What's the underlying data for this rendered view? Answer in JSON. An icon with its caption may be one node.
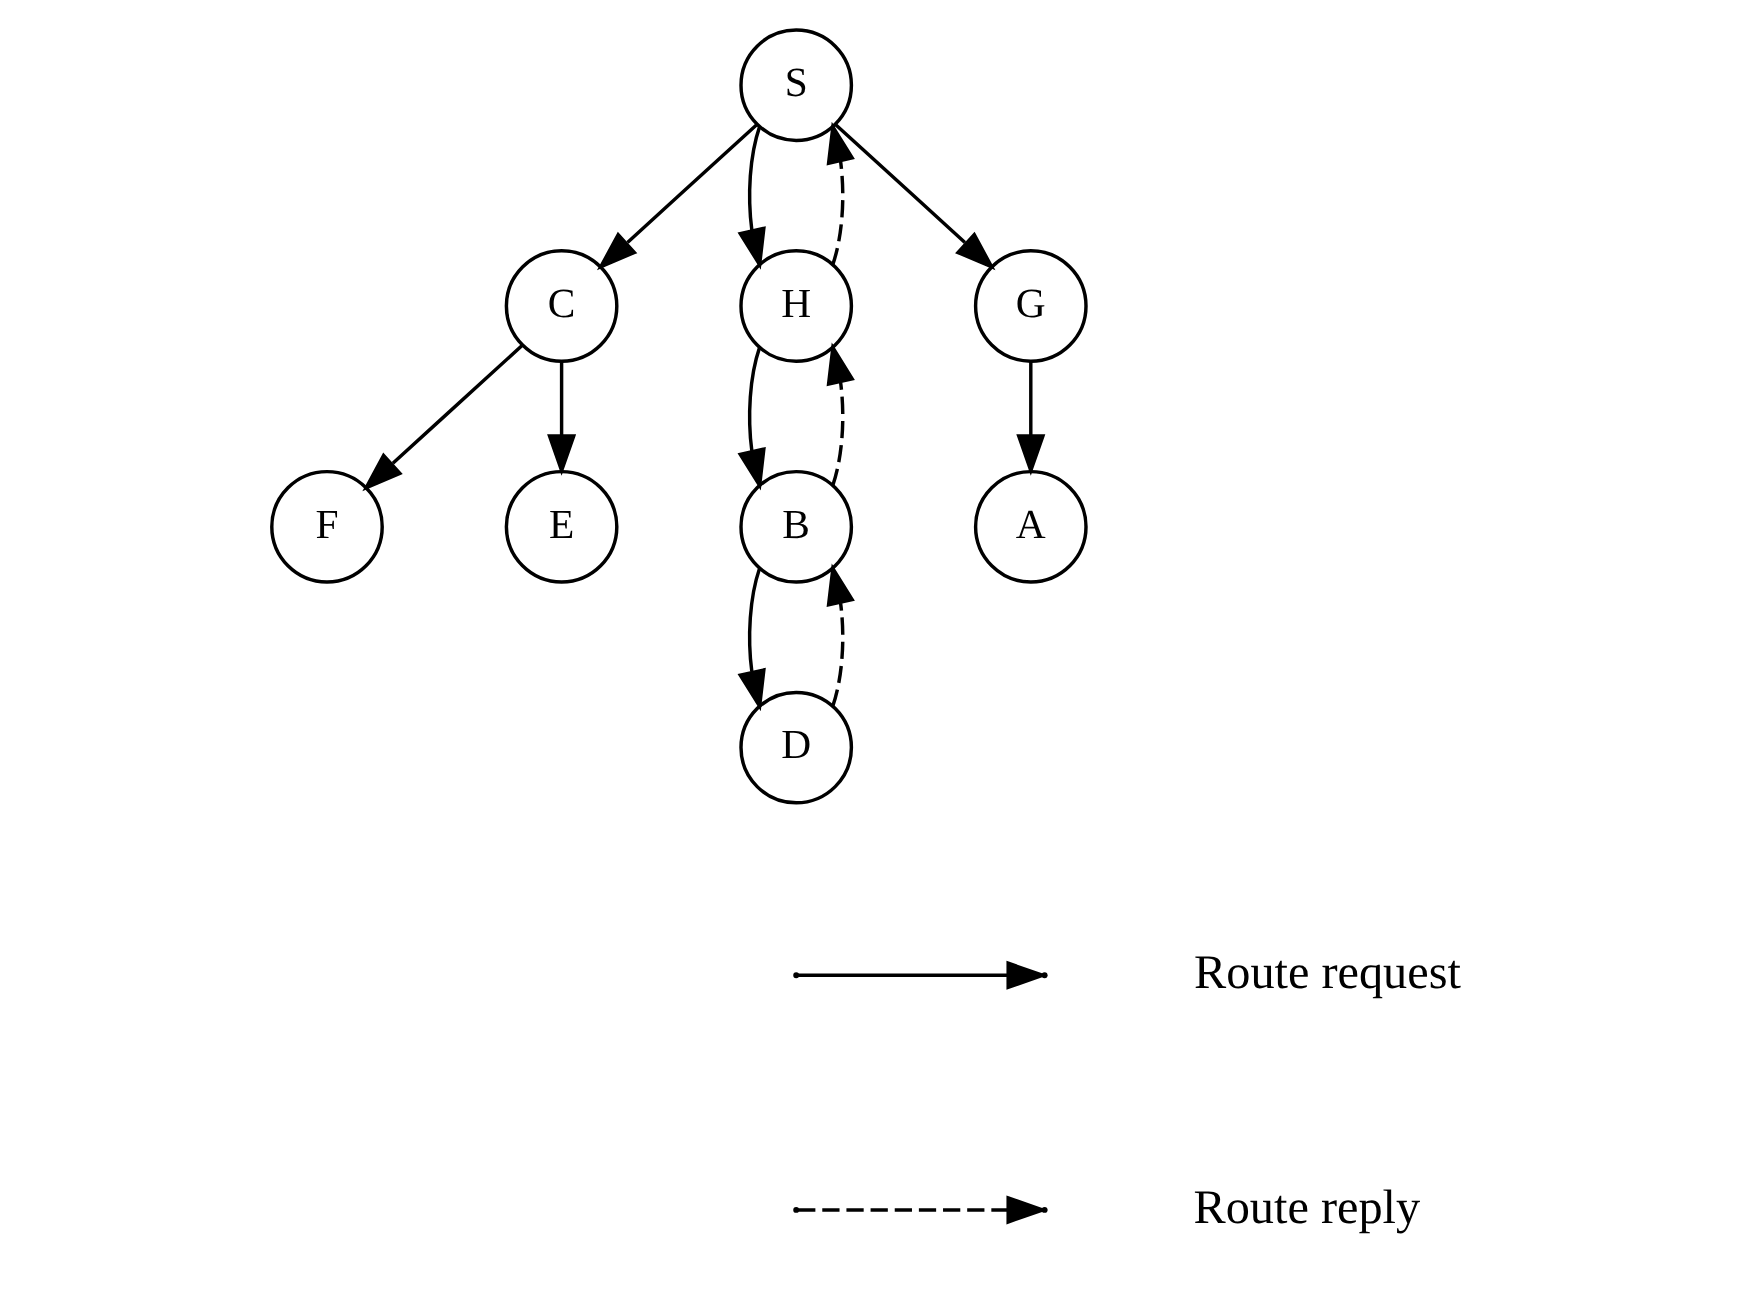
{
  "diagram": {
    "nodes": [
      {
        "text": [
          "F"
        ]
      },
      {
        "text": [
          "E"
        ]
      },
      {
        "text": [
          "C"
        ]
      },
      {
        "text": [
          "S"
        ]
      },
      {
        "text": [
          "H"
        ]
      },
      {
        "text": [
          "G"
        ]
      },
      {
        "text": [
          "B"
        ]
      },
      {
        "text": [
          "A"
        ]
      },
      {
        "text": [
          "D"
        ]
      }
    ],
    "edges": [
      {
        "from": 3,
        "to": 2,
        "arrow": "to"
      },
      {
        "from": 2,
        "to": 0,
        "arrow": "to"
      },
      {
        "from": 2,
        "to": 1,
        "arrow": "to"
      },
      {
        "from": 3,
        "to": 4,
        "arrow": "to"
      },
      {
        "from": 3,
        "to": 5,
        "arrow": "to"
      },
      {
        "from": 5,
        "to": 7,
        "arrow": "to"
      },
      {
        "from": 4,
        "to": 6,
        "arrow": "to"
      },
      {
        "from": 6,
        "to": 8,
        "arrow": "to"
      },
      {
        "from": 8,
        "to": 6,
        "arrow": "to",
        "style": "dashed"
      },
      {
        "from": 6,
        "to": 4,
        "arrow": "to",
        "style": "dashed"
      },
      {
        "from": 4,
        "to": 3,
        "arrow": "to",
        "style": "dashed"
      }
    ],
    "legend": [
      {
        "text": "Route request"
      },
      {
        "text": "Route reply"
      }
    ]
  }
}
